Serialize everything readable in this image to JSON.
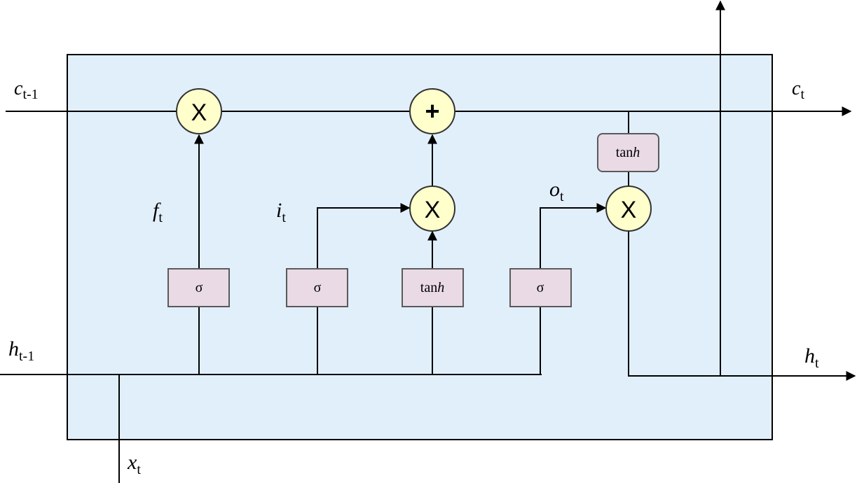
{
  "diagram": {
    "title": "LSTM cell",
    "colors": {
      "cell_background": "#e1effb",
      "operator_fill": "#ffffcc",
      "gate_fill": "#e9dae6",
      "gate_border": "#5a5a5a",
      "line": "#000000"
    },
    "inputs": {
      "c_prev": {
        "base": "c",
        "sub": "t-1"
      },
      "h_prev": {
        "base": "h",
        "sub": "t-1"
      },
      "x": {
        "base": "x",
        "sub": "t"
      }
    },
    "outputs": {
      "c": {
        "base": "c",
        "sub": "t"
      },
      "h": {
        "base": "h",
        "sub": "t"
      }
    },
    "gate_labels": {
      "forget": {
        "base": "f",
        "sub": "t"
      },
      "input": {
        "base": "i",
        "sub": "t"
      },
      "output": {
        "base": "o",
        "sub": "t"
      }
    },
    "operators": {
      "forget_mul": "X",
      "add": "+",
      "input_mul": "X",
      "output_mul": "X"
    },
    "gates": {
      "forget_sigma": {
        "label": "σ"
      },
      "input_sigma": {
        "label": "σ"
      },
      "candidate_tanh": {
        "label": "tan",
        "label_italic": "h"
      },
      "output_sigma": {
        "label": "σ"
      },
      "cell_tanh": {
        "label": "tan",
        "label_italic": "h"
      }
    }
  }
}
